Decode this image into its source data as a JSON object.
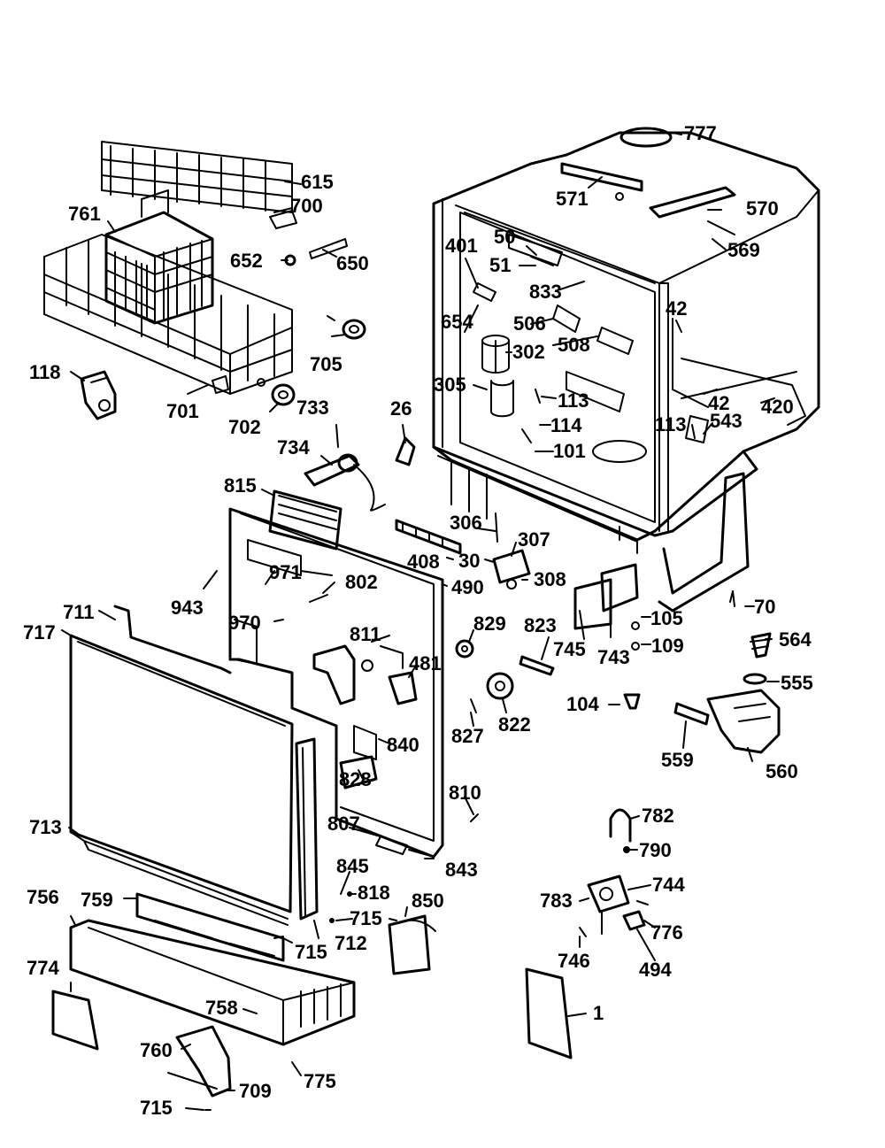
{
  "diagram": {
    "labels": [
      "777",
      "615",
      "700",
      "761",
      "571",
      "570",
      "569",
      "652",
      "650",
      "401",
      "50",
      "51",
      "833",
      "654",
      "506",
      "42",
      "508",
      "302",
      "118",
      "705",
      "701",
      "733",
      "702",
      "305",
      "113",
      "114",
      "42",
      "420",
      "113",
      "543",
      "26",
      "101",
      "734",
      "815",
      "306",
      "307",
      "943",
      "971",
      "408",
      "30",
      "802",
      "490",
      "308",
      "711",
      "970",
      "717",
      "811",
      "481",
      "829",
      "823",
      "745",
      "743",
      "105",
      "70",
      "109",
      "564",
      "104",
      "822",
      "827",
      "840",
      "828",
      "555",
      "559",
      "560",
      "810",
      "713",
      "807",
      "843",
      "845",
      "782",
      "790",
      "818",
      "715",
      "850",
      "744",
      "756",
      "759",
      "712",
      "783",
      "715",
      "776",
      "746",
      "494",
      "774",
      "758",
      "1",
      "760",
      "775",
      "709",
      "715"
    ]
  }
}
